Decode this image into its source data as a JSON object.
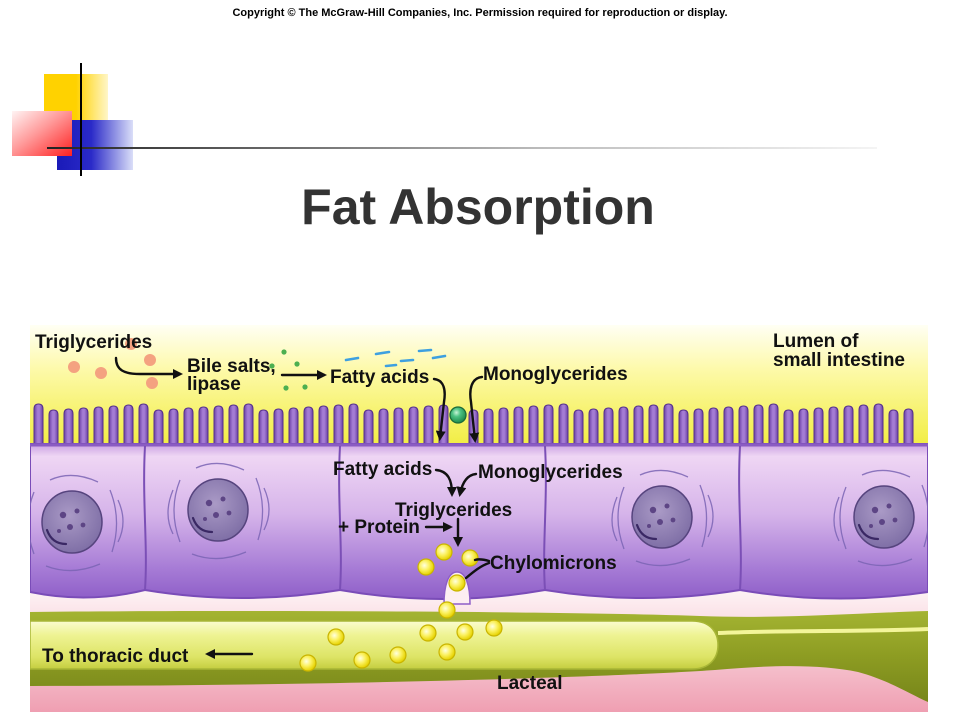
{
  "copyright": "Copyright © The McGraw-Hill Companies, Inc. Permission required for reproduction or display.",
  "title": "Fat Absorption",
  "diagram": {
    "labels": {
      "triglycerides_lumen": "Triglycerides",
      "lumen_line1": "Lumen of",
      "lumen_line2": "small intestine",
      "bile_salts_line1": "Bile salts,",
      "bile_salts_line2": "lipase",
      "fatty_acids_lumen": "Fatty acids",
      "monoglycerides_lumen": "Monoglycerides",
      "fatty_acids_cell": "Fatty acids",
      "monoglycerides_cell": "Monoglycerides",
      "triglycerides_cell": "Triglycerides",
      "protein": "+ Protein",
      "chylomicrons": "Chylomicrons",
      "thoracic_duct": "To thoracic duct",
      "lacteal": "Lacteal"
    }
  },
  "colors": {
    "lumen_yellow": "#f0ec36",
    "cell_purple": "#9c6fd4",
    "lacteal_green": "#8d9c22",
    "chylomicron_yellow": "#f4e640",
    "chylomicron_outline": "#c9b400",
    "triglyceride_salmon": "#f4a280",
    "bile_salt_green": "#4caf50",
    "fatty_acid_blue": "#3ea0e0",
    "monoglyceride_green": "#2fa866",
    "tissue_pink": "#ef9fb2",
    "decor_yellow": "#ffd200",
    "decor_blue": "#1a1ab8",
    "decor_red": "#ff2020"
  }
}
